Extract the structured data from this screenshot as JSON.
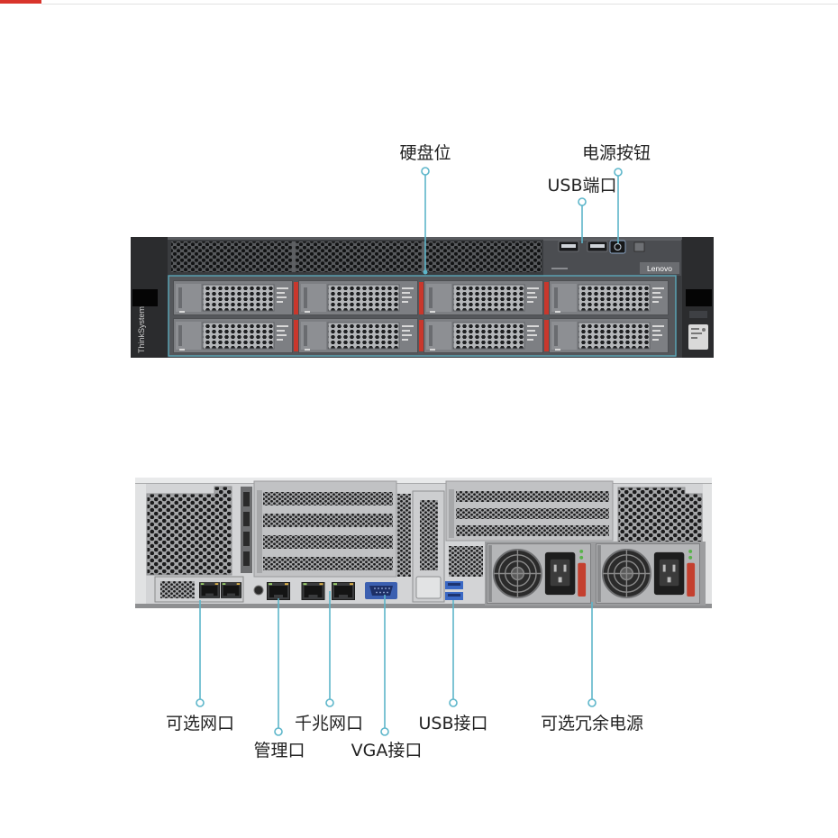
{
  "colors": {
    "accent": "#d9342b",
    "callout": "#5db6ca",
    "label": "#222222"
  },
  "front_view": {
    "brand_logo": "Lenovo",
    "ear_label": "ThinkSystem",
    "callouts": {
      "drive_bays": "硬盘位",
      "usb_ports": "USB端口",
      "power_button": "电源按钮"
    }
  },
  "rear_view": {
    "callouts": {
      "optional_nic": "可选网口",
      "management_port": "管理口",
      "gigabit_ports": "千兆网口",
      "vga_port": "VGA接口",
      "usb_ports": "USB接口",
      "redundant_psu": "可选冗余电源"
    }
  }
}
